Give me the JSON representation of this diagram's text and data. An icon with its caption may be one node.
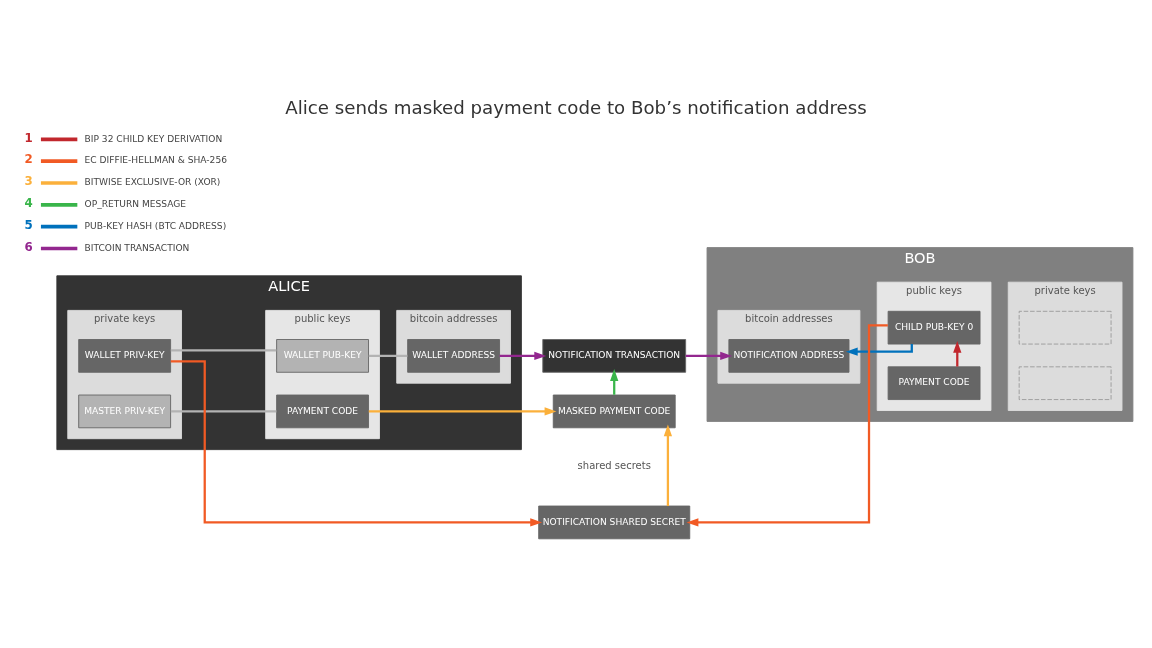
{
  "diagram": {
    "title": "Alice sends masked payment code to Bob’s notification address",
    "nodes": [
      {
        "text": [
          "ALICE"
        ]
      },
      {
        "text": [
          "private keys"
        ],
        "in": 0
      },
      {
        "text": [
          "MASTER PRIV-KEY"
        ],
        "in": 1
      },
      {
        "text": [
          "WALLET PRIV-KEY"
        ],
        "in": 1
      },
      {
        "text": [
          "public keys"
        ],
        "in": 0
      },
      {
        "text": [
          "PAYMENT CODE"
        ],
        "in": 4
      },
      {
        "text": [
          "WALLET PUB-KEY"
        ],
        "in": 4
      },
      {
        "text": [
          "bitcoin addresses"
        ],
        "in": 0
      },
      {
        "text": [
          "WALLET ADDRESS"
        ],
        "in": 7
      },
      {
        "text": [
          "NOTIFICATION SHARED SECRET"
        ]
      },
      {
        "text": [
          "MASKED PAYMENT CODE"
        ]
      },
      {
        "text": [
          "NOTIFICATION TRANSACTION"
        ]
      },
      {
        "text": [
          "BOB"
        ]
      },
      {
        "text": [
          "bitcoin addresses"
        ],
        "in": 12
      },
      {
        "text": [
          "NOTIFICATION ADDRESS"
        ],
        "in": 13
      },
      {
        "text": [
          "public keys"
        ],
        "in": 12
      },
      {
        "text": [
          "PAYMENT CODE"
        ],
        "in": 15
      },
      {
        "text": [
          "CHILD PUB-KEY 0"
        ],
        "in": 15
      },
      {
        "text": [
          "private keys"
        ],
        "in": 12
      },
      {
        "text": [],
        "shape": "box",
        "in": 18
      },
      {
        "text": [],
        "shape": "box",
        "in": 18
      }
    ],
    "edges": [
      {
        "from": 2,
        "to": 5,
        "arrow": "none",
        "color": "#b3b3b3"
      },
      {
        "from": 3,
        "to": 6,
        "arrow": "none",
        "color": "#b3b3b3"
      },
      {
        "from": 6,
        "to": 8,
        "arrow": "none",
        "color": "#b3b3b3"
      },
      {
        "from": 3,
        "to": 9,
        "arrow": "to",
        "color": "#f15a24"
      },
      {
        "from": 17,
        "to": 9,
        "arrow": "to",
        "color": "#f15a24"
      },
      {
        "from": 5,
        "to": 10,
        "arrow": "to",
        "color": "#fbb03b"
      },
      {
        "from": 9,
        "to": 10,
        "arrow": "to",
        "color": "#fbb03b"
      },
      {
        "from": 10,
        "to": 11,
        "arrow": "to",
        "color": "#39b54a"
      },
      {
        "from": 8,
        "to": 11,
        "arrow": "to",
        "color": "#93278f"
      },
      {
        "from": 11,
        "to": 14,
        "arrow": "to",
        "color": "#93278f"
      },
      {
        "from": 17,
        "to": 14,
        "arrow": "to",
        "color": "#0071bc"
      },
      {
        "from": 16,
        "to": 17,
        "arrow": "to",
        "color": "#c1272d"
      }
    ],
    "labels": [
      "shared secrets",
      "1",
      "2",
      "3",
      "4",
      "5",
      "6"
    ],
    "legend": [
      {
        "text": "BIP 32 CHILD KEY DERIVATION",
        "color": "#c1272d"
      },
      {
        "text": "EC DIFFIE-HELLMAN & SHA-256",
        "color": "#f15a24"
      },
      {
        "text": "BITWISE EXCLUSIVE-OR (XOR)",
        "color": "#fbb03b"
      },
      {
        "text": "OP_RETURN MESSAGE",
        "color": "#39b54a"
      },
      {
        "text": "PUB-KEY HASH (BTC ADDRESS)",
        "color": "#0071bc"
      },
      {
        "text": "BITCOIN TRANSACTION",
        "color": "#93278f"
      }
    ]
  }
}
